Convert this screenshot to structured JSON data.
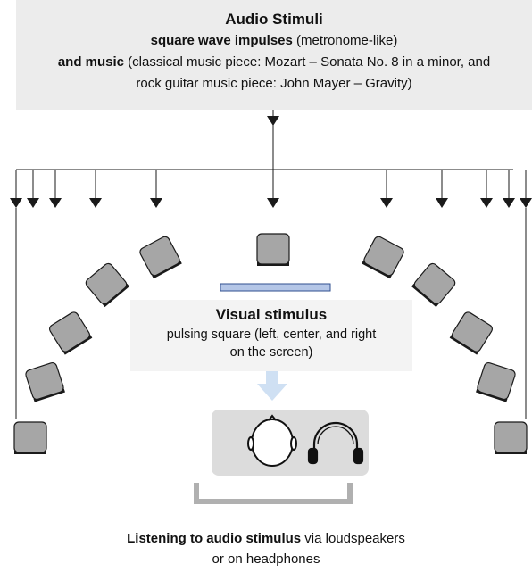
{
  "audio_stimuli": {
    "title": "Audio Stimuli",
    "line2_bold": "square wave impulses",
    "line2_rest": " (metronome-like)",
    "line3_bold": "and music",
    "line3_rest": " (classical music piece: Mozart – Sonata No. 8 in a minor, and",
    "line4": "rock guitar music piece: John Mayer – Gravity)"
  },
  "visual_stimulus": {
    "title": "Visual stimulus",
    "line2": "pulsing square (left, center, and right",
    "line3": "on the screen)"
  },
  "listening": {
    "line1_bold": "Listening to audio stimulus",
    "line1_rest": " via loudspeakers",
    "line2": "or on headphones"
  },
  "colors": {
    "top_box": "#ececec",
    "speaker_fill": "#a6a6a6",
    "speaker_stroke": "#1a1a1a",
    "screen_fill": "#b4c6e7",
    "screen_stroke": "#2f4f8f",
    "arrow_fill": "#cfe0f3",
    "listener_box": "#dcdcdc",
    "chair": "#b0b0b0"
  },
  "icons": [
    "loudspeaker-icon",
    "screen-icon",
    "head-icon",
    "headphones-icon",
    "down-arrow-icon"
  ]
}
